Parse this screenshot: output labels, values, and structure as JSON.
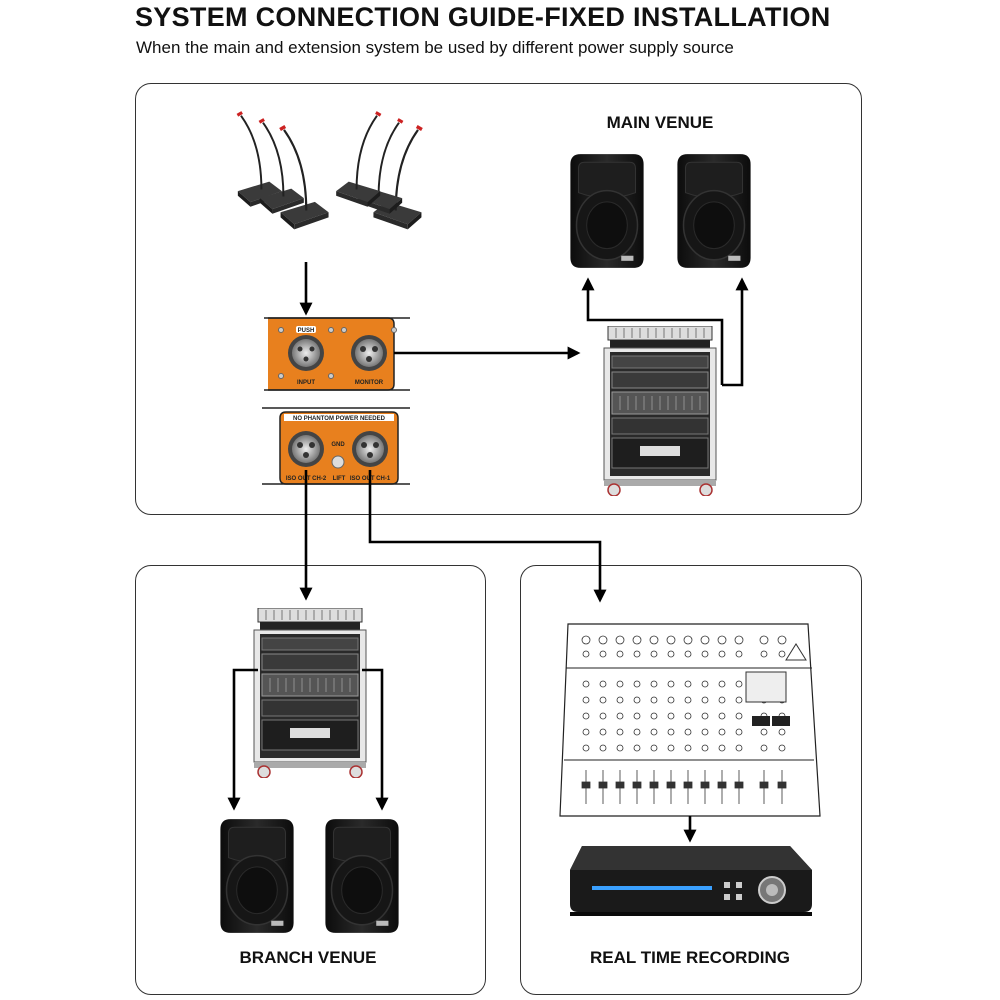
{
  "header": {
    "title": "SYSTEM CONNECTION GUIDE-FIXED INSTALLATION",
    "subtitle": "When the main and extension system be used by different power supply source"
  },
  "panels": {
    "main": {
      "label": "MAIN VENUE"
    },
    "branch": {
      "label": "BRANCH VENUE"
    },
    "recording": {
      "label": "REAL TIME RECORDING"
    }
  },
  "input_box": {
    "push_label": "PUSH",
    "input_label": "INPUT",
    "monitor_label": "MONITOR"
  },
  "isolator_box": {
    "header_label": "NO PHANTOM POWER NEEDED",
    "gnd_label": "GND",
    "lift_label": "LIFT",
    "out_label_1": "ISO OUT CH-2",
    "out_label_2": "ISO OUT CH-1"
  },
  "colors": {
    "orange": "#e8801e",
    "speaker": "#1a1a1a",
    "arrow": "#000000"
  }
}
